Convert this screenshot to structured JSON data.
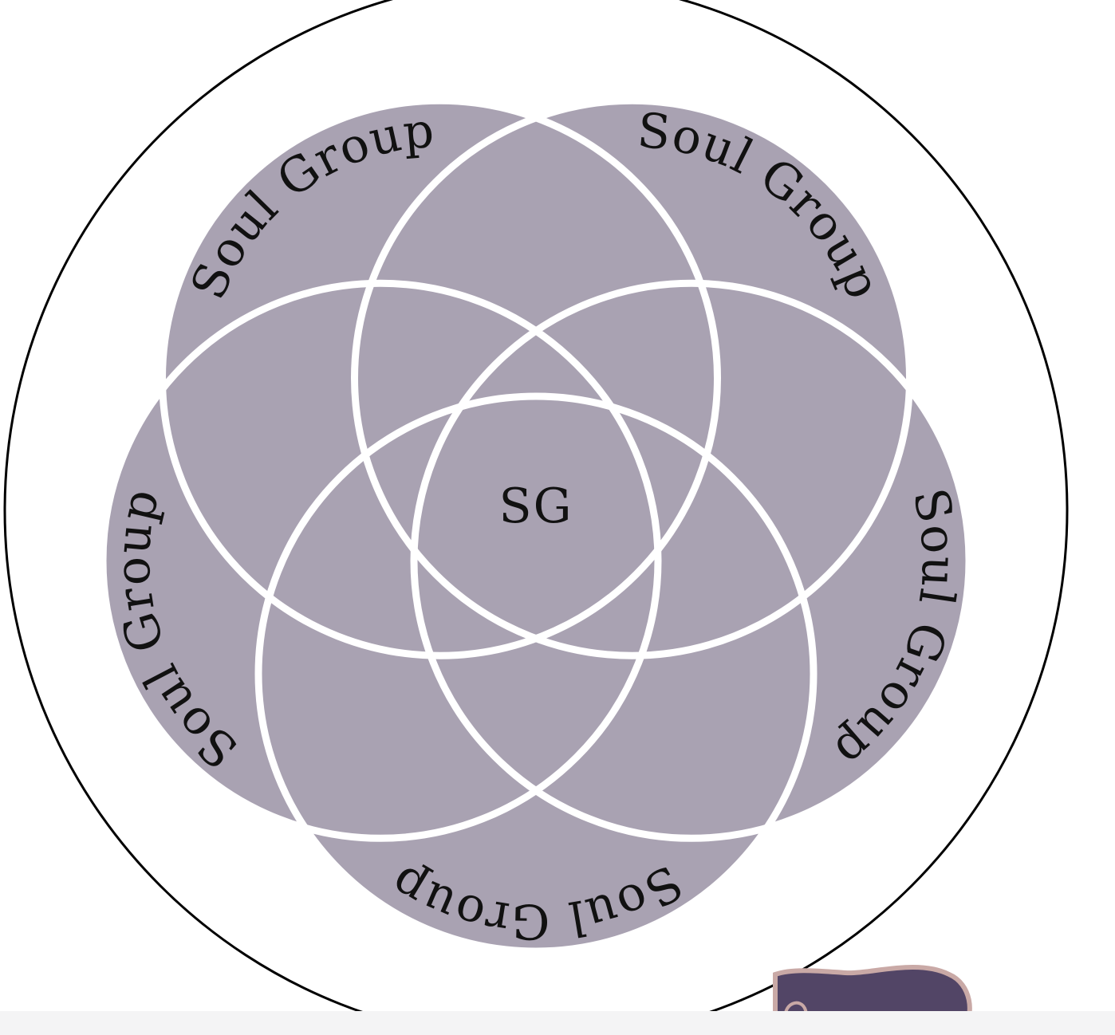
{
  "colors": {
    "background": "#ffffff",
    "outer_ring": "#000000",
    "petal_fill": "#a9a2b2",
    "petal_stroke": "#ffffff",
    "text": "#111111",
    "scroll_fill": "#524566",
    "scroll_edge": "#c9a9a6",
    "bottom_strip": "#f4f4f5"
  },
  "diagram": {
    "groups": [
      {
        "label": "Soul Group"
      },
      {
        "label": "Soul Group"
      },
      {
        "label": "Soul Group"
      },
      {
        "label": "Soul Group"
      },
      {
        "label": "Soul Group"
      }
    ],
    "center": {
      "label": "SG"
    }
  },
  "decoration": {
    "icon": "scroll-icon"
  }
}
